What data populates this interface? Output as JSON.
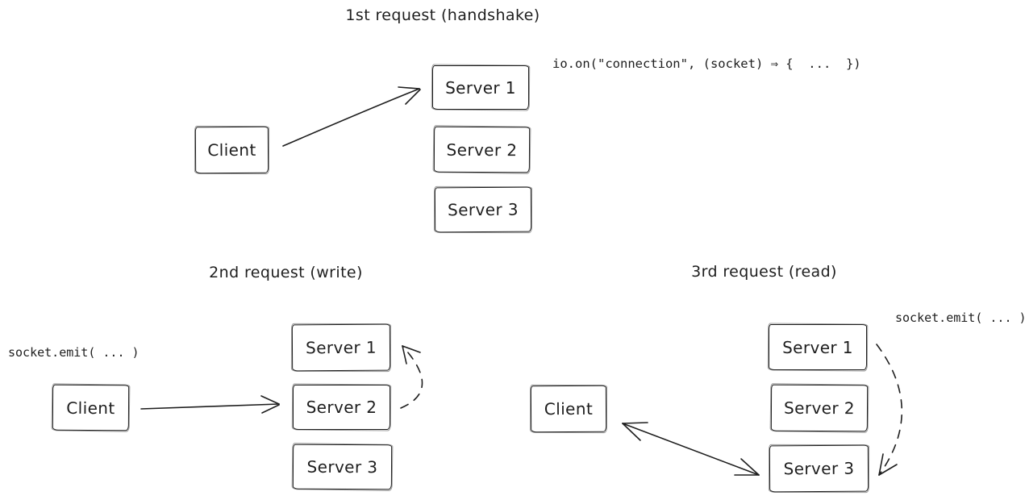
{
  "colors": {
    "stroke": "#1e1e1e",
    "background": "#ffffff"
  },
  "panels": {
    "handshake": {
      "title": "1st request (handshake)",
      "annotation": "io.on(\"connection\", (socket) ⇒ {  ...  })",
      "client": "Client",
      "servers": [
        "Server 1",
        "Server 2",
        "Server 3"
      ],
      "connections": [
        {
          "from": "client",
          "to": "server-1",
          "line": "solid",
          "arrowheads": "end"
        }
      ]
    },
    "write": {
      "title": "2nd request (write)",
      "annotation": "socket.emit( ... )",
      "client": "Client",
      "servers": [
        "Server 1",
        "Server 2",
        "Server 3"
      ],
      "connections": [
        {
          "from": "client",
          "to": "server-2",
          "line": "solid",
          "arrowheads": "end"
        },
        {
          "from": "server-2",
          "to": "server-1",
          "line": "dashed",
          "arrowheads": "end"
        }
      ]
    },
    "read": {
      "title": "3rd request (read)",
      "annotation": "socket.emit( ... )",
      "client": "Client",
      "servers": [
        "Server 1",
        "Server 2",
        "Server 3"
      ],
      "connections": [
        {
          "from": "server-3",
          "to": "client",
          "line": "solid",
          "arrowheads": "both"
        },
        {
          "from": "server-1",
          "to": "server-3",
          "line": "dashed",
          "arrowheads": "end"
        }
      ]
    }
  }
}
